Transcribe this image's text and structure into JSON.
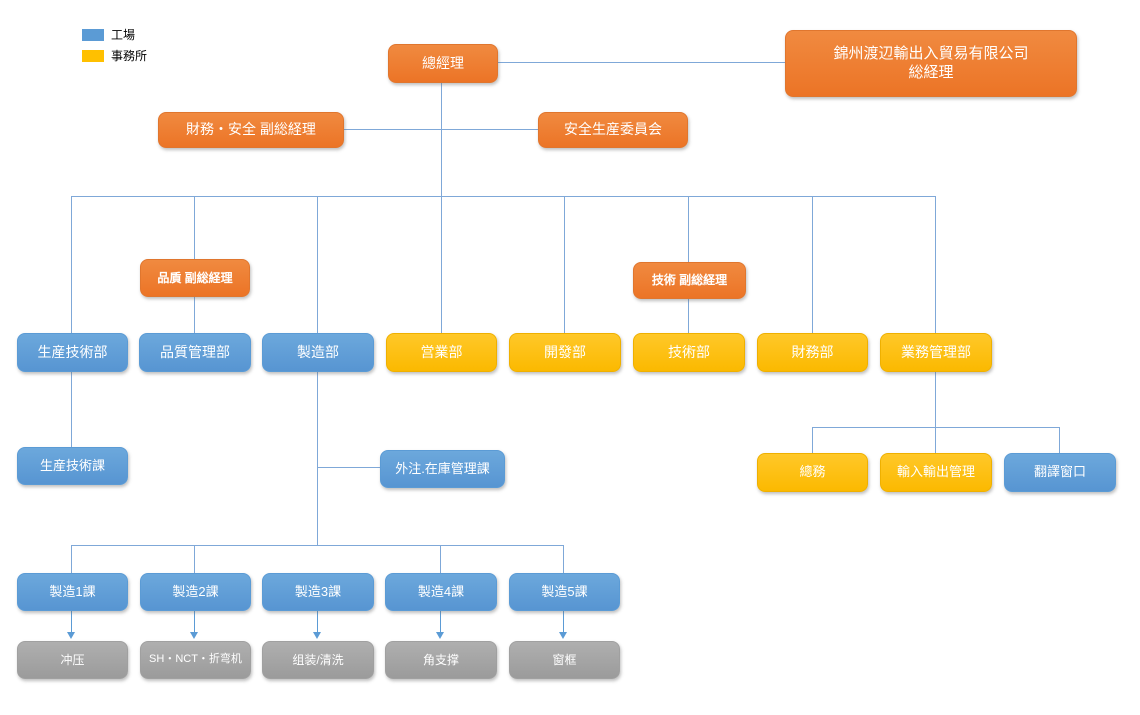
{
  "legend": {
    "items": [
      {
        "label": "工場",
        "color": "#5B9BD5"
      },
      {
        "label": "事務所",
        "color": "#FFC000"
      }
    ]
  },
  "colors": {
    "factory_blue": "#5B9BD5",
    "office_yellow": "#FFC000",
    "management_orange": "#ED7D31",
    "process_gray": "#A6A6A6",
    "connector_blue": "#7FA8D8"
  },
  "boxes": {
    "gm": "總經理",
    "company": {
      "line1": "錦州渡辺輸出入貿易有限公司",
      "line2": "総経理"
    },
    "finance_safety_vgm": "財務・安全 副総経理",
    "safety_committee": "安全生産委員会",
    "quality_vgm": "品貭 副総経理",
    "tech_vgm": "技術 副総経理",
    "prod_tech_dept": "生産技術部",
    "quality_dept": "品質管理部",
    "mfg_dept": "製造部",
    "sales_dept": "営業部",
    "dev_dept": "開發部",
    "tech_dept": "技術部",
    "finance_dept": "財務部",
    "biz_mgmt_dept": "業務管理部",
    "prod_tech_sec": "生産技術課",
    "outsourcing_sec": "外注.在庫管理課",
    "general_affairs": "總務",
    "import_export": "輸入輸出管理",
    "translation": "翻譯窗口",
    "mfg1": "製造1課",
    "mfg2": "製造2課",
    "mfg3": "製造3課",
    "mfg4": "製造4課",
    "mfg5": "製造5課",
    "press": "冲压",
    "sh_nct_bending": "SH・NCT・折弯机",
    "assembly_cleaning": "组装/清洗",
    "corner_support": "角支撑",
    "window_frame": "窗框"
  }
}
